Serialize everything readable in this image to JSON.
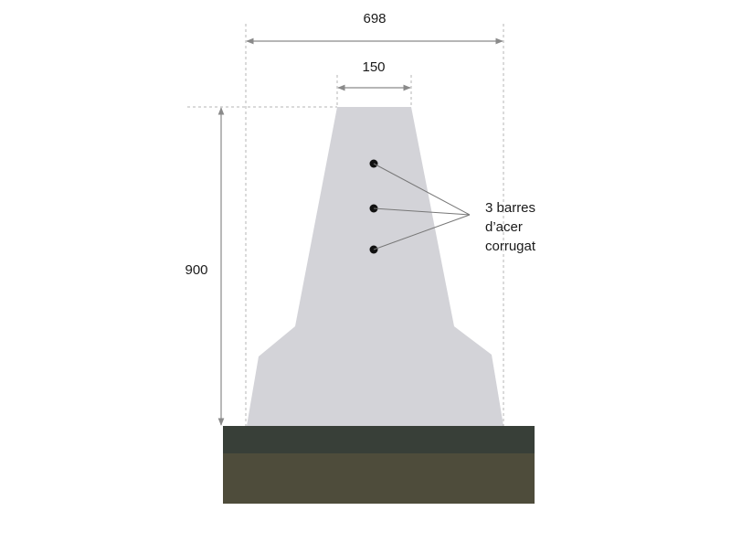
{
  "dimensions": {
    "overall_width": "698",
    "top_width": "150",
    "height": "900"
  },
  "callout": {
    "lines": [
      "3 barres",
      "d’acer",
      "corrugat"
    ]
  },
  "colors": {
    "barrier": "#d3d3d8",
    "dimension_line": "#8a8a8a",
    "guide_line": "#b5b5b5",
    "ground_top": "#383f38",
    "ground_bottom": "#4e4c3b",
    "rebar": "#111111",
    "leader": "#777777"
  }
}
